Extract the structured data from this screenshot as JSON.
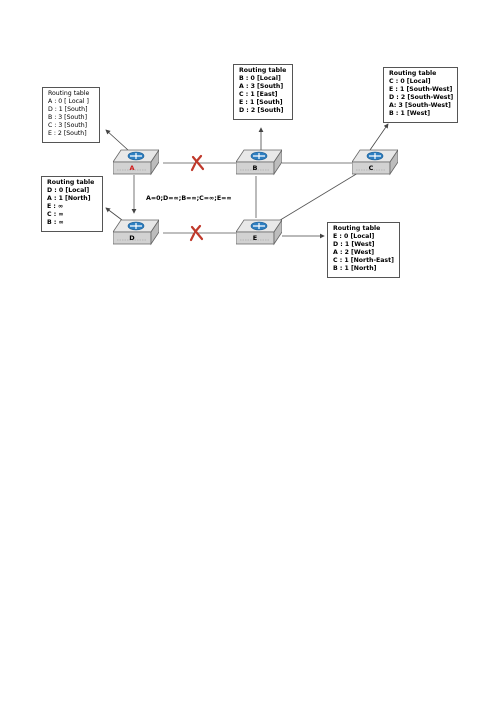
{
  "colors": {
    "router_top": "#e6e6e6",
    "router_side": "#c8c8c8",
    "router_logo": "#2f7fc1",
    "broken_link": "#c0392b",
    "label_A": "#d11a1a",
    "line": "#555555"
  },
  "nodes": [
    {
      "id": "A",
      "label": "A"
    },
    {
      "id": "B",
      "label": "B"
    },
    {
      "id": "C",
      "label": "C"
    },
    {
      "id": "D",
      "label": "D"
    },
    {
      "id": "E",
      "label": "E"
    }
  ],
  "message": "A=0;D=∞;B=∞;C=∞;E=∞",
  "tables": {
    "A": {
      "title": "Routing table",
      "rows": [
        "A : 0 [ Local ]",
        "D : 1 [South]",
        "B : 3 [South]",
        "C : 3 [South]",
        "E : 2 [South]"
      ]
    },
    "B": {
      "title": "Routing table",
      "rows": [
        "B : 0 [Local]",
        "A : 3 [South]",
        "C : 1 [East]",
        "E : 1 [South]",
        "D : 2 [South]"
      ]
    },
    "C": {
      "title": "Routing table",
      "rows": [
        "C : 0 [Local]",
        "E : 1 [South-West]",
        "D : 2 [South-West]",
        "A: 3 [South-West]",
        "B : 1 [West]"
      ]
    },
    "D": {
      "title": "Routing table",
      "rows": [
        "D : 0 [Local]",
        "A : 1 [North]",
        "E : ∞",
        "C : ∞",
        "B : ∞"
      ]
    },
    "E": {
      "title": "Routing table",
      "rows": [
        "E : 0 [Local]",
        "D : 1 [West]",
        "A : 2 [West]",
        "C : 1 [North-East]",
        "B : 1 [North]"
      ]
    }
  }
}
